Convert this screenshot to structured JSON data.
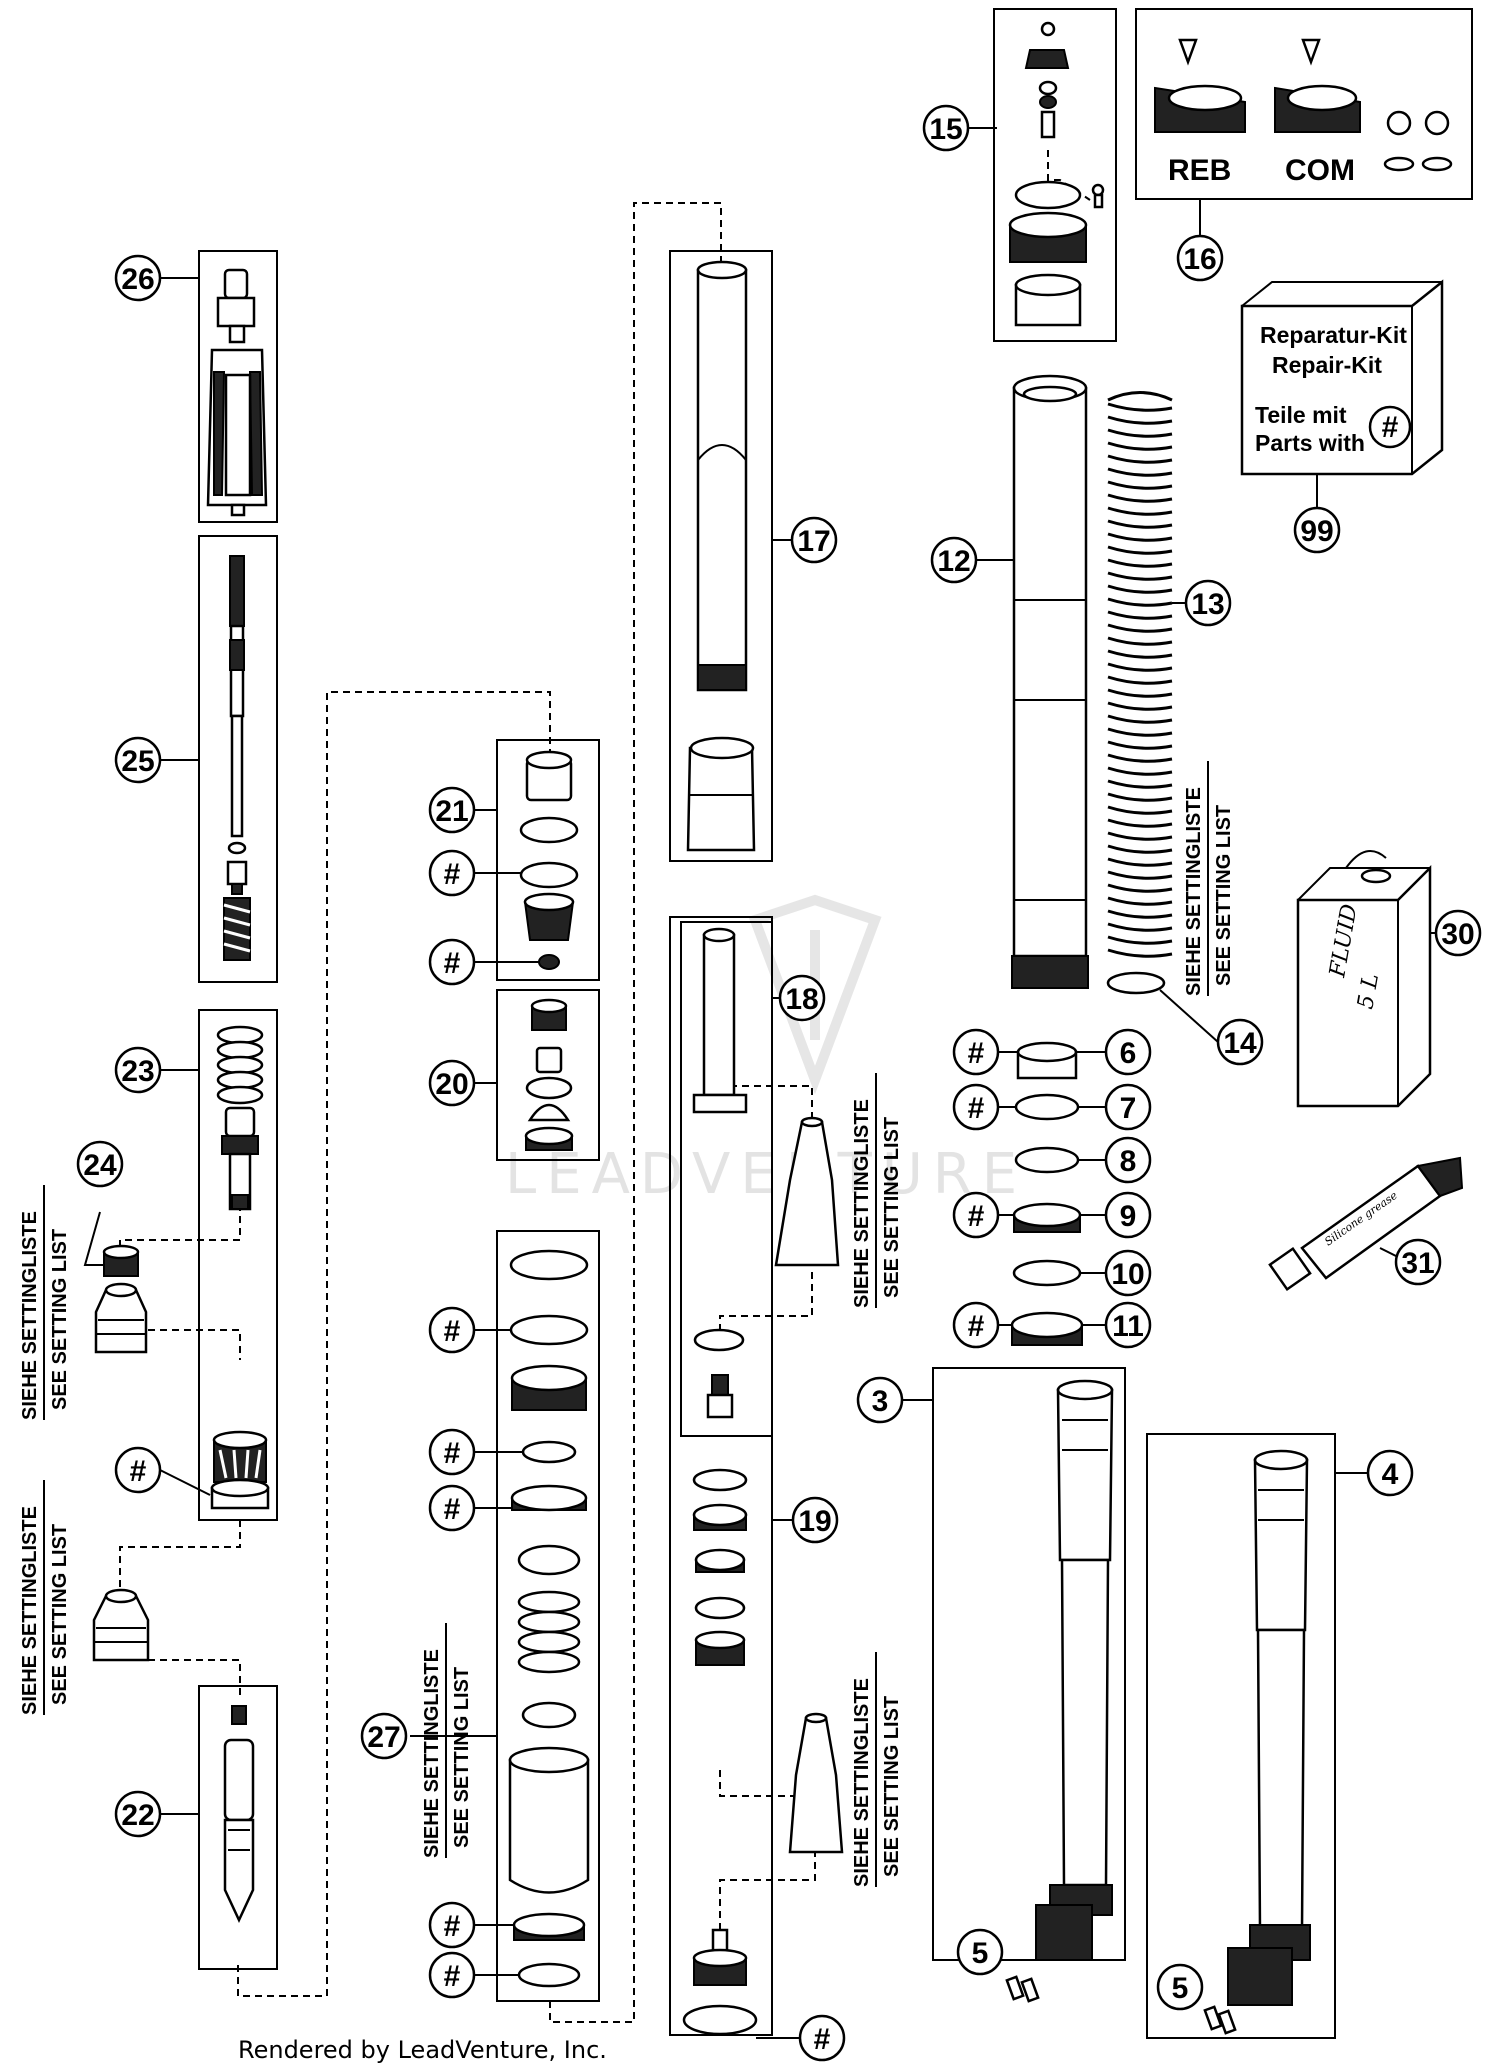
{
  "callouts": [
    {
      "id": "c26",
      "label": "26"
    },
    {
      "id": "c25",
      "label": "25"
    },
    {
      "id": "c23",
      "label": "23"
    },
    {
      "id": "c24",
      "label": "24"
    },
    {
      "id": "c22",
      "label": "22"
    },
    {
      "id": "c21",
      "label": "21"
    },
    {
      "id": "c20",
      "label": "20"
    },
    {
      "id": "c27",
      "label": "27"
    },
    {
      "id": "c17",
      "label": "17"
    },
    {
      "id": "c18",
      "label": "18"
    },
    {
      "id": "c19",
      "label": "19"
    },
    {
      "id": "c15",
      "label": "15"
    },
    {
      "id": "c16",
      "label": "16"
    },
    {
      "id": "c99",
      "label": "99"
    },
    {
      "id": "c12",
      "label": "12"
    },
    {
      "id": "c13",
      "label": "13"
    },
    {
      "id": "c14",
      "label": "14"
    },
    {
      "id": "c30",
      "label": "30"
    },
    {
      "id": "c31",
      "label": "31"
    },
    {
      "id": "c6",
      "label": "6"
    },
    {
      "id": "c7",
      "label": "7"
    },
    {
      "id": "c8",
      "label": "8"
    },
    {
      "id": "c9",
      "label": "9"
    },
    {
      "id": "c10",
      "label": "10"
    },
    {
      "id": "c11",
      "label": "11"
    },
    {
      "id": "c3",
      "label": "3"
    },
    {
      "id": "c4",
      "label": "4"
    },
    {
      "id": "c5a",
      "label": "5"
    },
    {
      "id": "c5b",
      "label": "5"
    },
    {
      "id": "h1",
      "label": "#"
    },
    {
      "id": "h2",
      "label": "#"
    },
    {
      "id": "h3",
      "label": "#"
    },
    {
      "id": "h4",
      "label": "#"
    },
    {
      "id": "h5",
      "label": "#"
    },
    {
      "id": "h6",
      "label": "#"
    },
    {
      "id": "h7",
      "label": "#"
    },
    {
      "id": "h8",
      "label": "#"
    },
    {
      "id": "h9",
      "label": "#"
    },
    {
      "id": "h10",
      "label": "#"
    },
    {
      "id": "h11",
      "label": "#"
    },
    {
      "id": "h12",
      "label": "#"
    },
    {
      "id": "h13",
      "label": "#"
    },
    {
      "id": "h14",
      "label": "#"
    }
  ],
  "adjusters": {
    "reb": "REB",
    "com": "COM"
  },
  "repair_kit": {
    "line1": "Reparatur-Kit",
    "line2": "Repair-Kit",
    "line3": "Teile mit",
    "line4": "Parts with",
    "symbol": "#"
  },
  "setting_list": {
    "de": "SIEHE SETTINGLISTE",
    "en": "SEE SETTING LIST"
  },
  "fluid_can": {
    "line1": "FLUID",
    "line2": "5 L"
  },
  "grease_tube": {
    "text": "Silicone grease"
  },
  "watermark": "LEADVENTURE",
  "footer": "Rendered by LeadVenture, Inc."
}
